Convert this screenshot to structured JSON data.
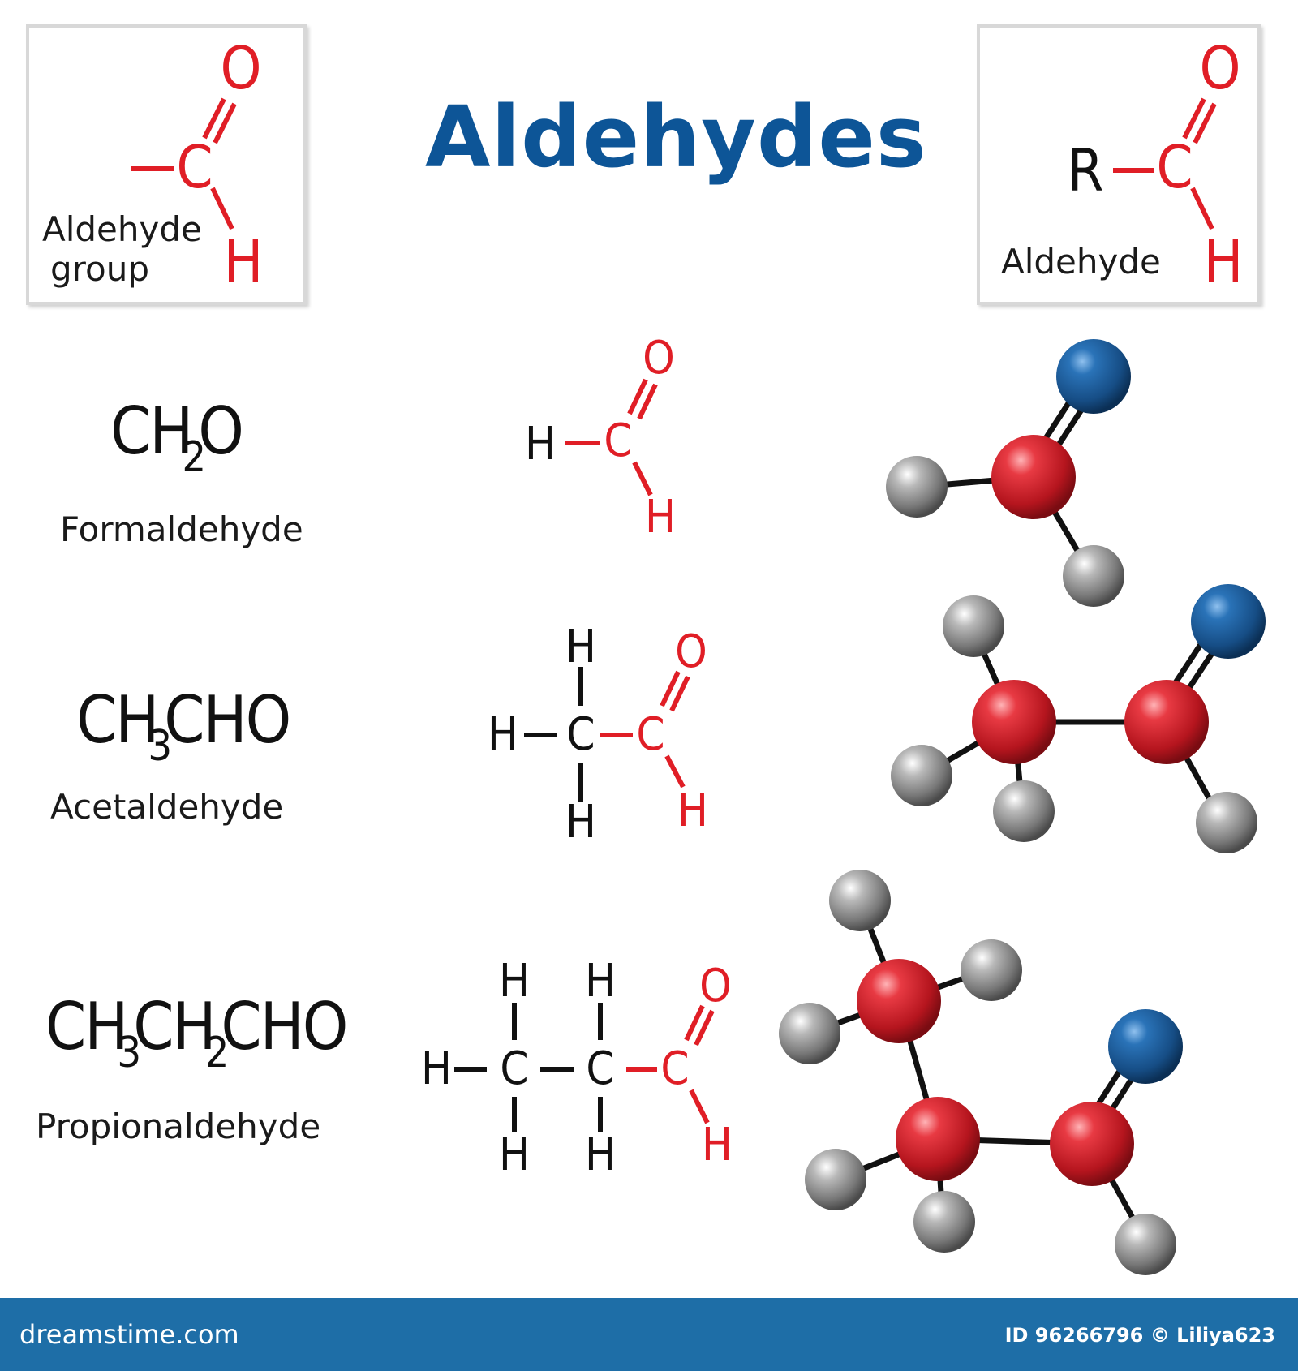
{
  "title": "Aldehydes",
  "box_left": {
    "label_line1": "Aldehyde",
    "label_line2": "group",
    "atoms": {
      "o": "O",
      "c": "C",
      "h": "H"
    }
  },
  "box_right": {
    "label": "Aldehyde",
    "atoms": {
      "r": "R",
      "o": "O",
      "c": "C",
      "h": "H"
    }
  },
  "rows": [
    {
      "formula": {
        "parts": [
          "CH",
          "2",
          "O"
        ]
      },
      "name": "Formaldehyde"
    },
    {
      "formula": {
        "parts": [
          "CH",
          "3",
          "CHO"
        ]
      },
      "name": "Acetaldehyde"
    },
    {
      "formula": {
        "parts": [
          "CH",
          "3",
          "CH",
          "2",
          "CHO"
        ]
      },
      "name": "Propionaldehyde"
    }
  ],
  "atom_symbols": {
    "carbon": "C",
    "hydrogen": "H",
    "oxygen": "O"
  },
  "colors": {
    "title": "#0d5597",
    "aldehyde_group": "#e01e26",
    "footer": "#1e6ea7",
    "carbon_ball": "#d8202b",
    "oxygen_ball": "#1c5c9a",
    "hydrogen_ball": "#8a8a8a"
  },
  "footer": {
    "brand": "dreamstime.com",
    "credit": "ID 96266796 © Liliya623"
  }
}
